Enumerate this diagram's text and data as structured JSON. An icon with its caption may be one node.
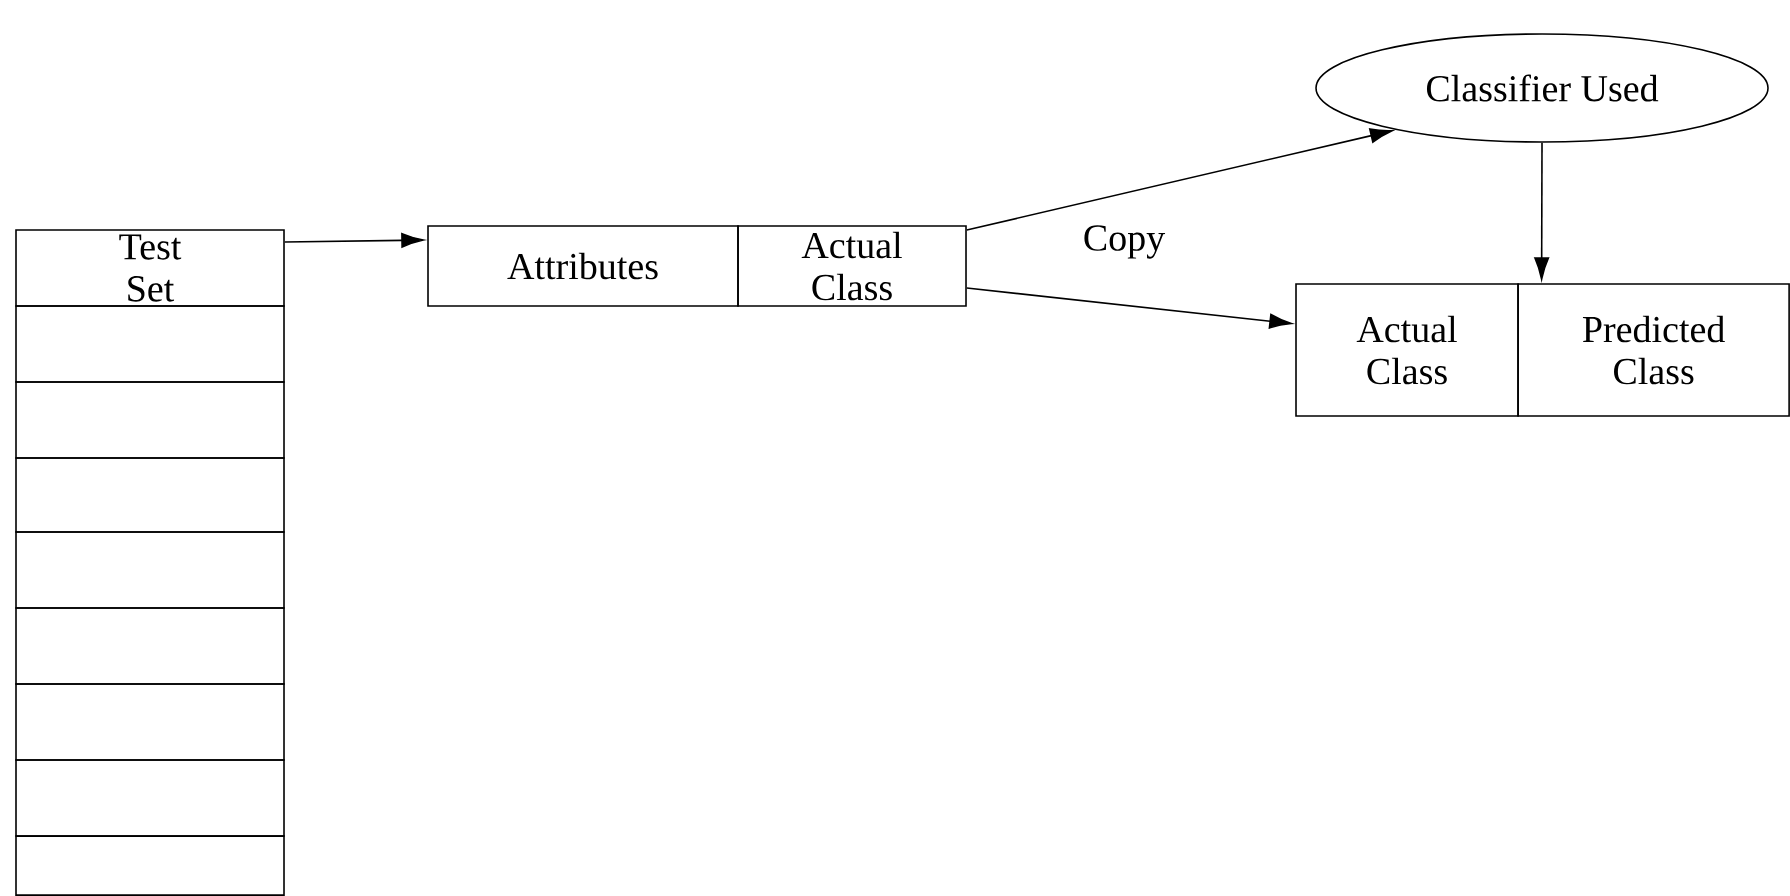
{
  "diagram": {
    "nodes": [
      {
        "text": [
          "Test Set"
        ]
      },
      {
        "text": [
          "Attributes"
        ]
      },
      {
        "text": [
          "Actual Class"
        ]
      },
      {
        "text": [
          "Classifier Used"
        ]
      },
      {
        "text": [
          "Actual Class"
        ]
      },
      {
        "text": [
          "Predicted Class"
        ]
      },
      {
        "text": [],
        "shape": "box"
      },
      {
        "text": [],
        "shape": "box"
      },
      {
        "text": [],
        "shape": "box"
      },
      {
        "text": [],
        "shape": "box"
      },
      {
        "text": [],
        "shape": "box"
      },
      {
        "text": [],
        "shape": "box"
      },
      {
        "text": [],
        "shape": "box"
      },
      {
        "text": [],
        "shape": "box"
      }
    ],
    "edges": [
      {
        "from": 0,
        "to": 1,
        "arrow": "to"
      },
      {
        "from": 2,
        "to": 3,
        "arrow": "to"
      },
      {
        "from": 2,
        "to": 4,
        "arrow": "to",
        "label": "Copy"
      },
      {
        "from": 3,
        "to": 5,
        "arrow": "to"
      }
    ]
  }
}
